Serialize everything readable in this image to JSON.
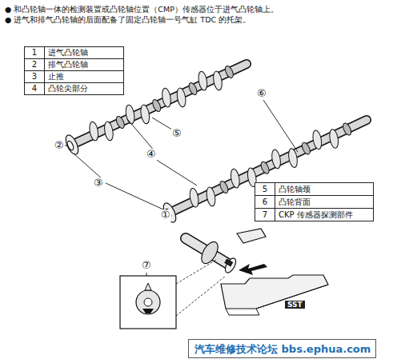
{
  "diagram": {
    "nodes": [
      {
        "text": [
          "汽车维修技术论坛 bbs.ephua.com"
        ]
      }
    ],
    "labels": [
      "● 和凸轮轴一体的检测装置或凸轮轴位置（CMP）传感器位于进气凸轮轴上。",
      "● 进气和排气凸轮轴的后面配备了固定凸轮轴一号气缸 TDC 的托架。",
      "1",
      "进气凸轮轴",
      "2",
      "排气凸轮轴",
      "3",
      "止推",
      "4",
      "凸轮尖部分",
      "5",
      "凸轮轴颈",
      "6",
      "凸轮背面",
      "7",
      "CKP 传感器探测部件",
      "①",
      "②",
      "③",
      "④",
      "⑤",
      "⑥",
      "⑦",
      "SST"
    ]
  }
}
